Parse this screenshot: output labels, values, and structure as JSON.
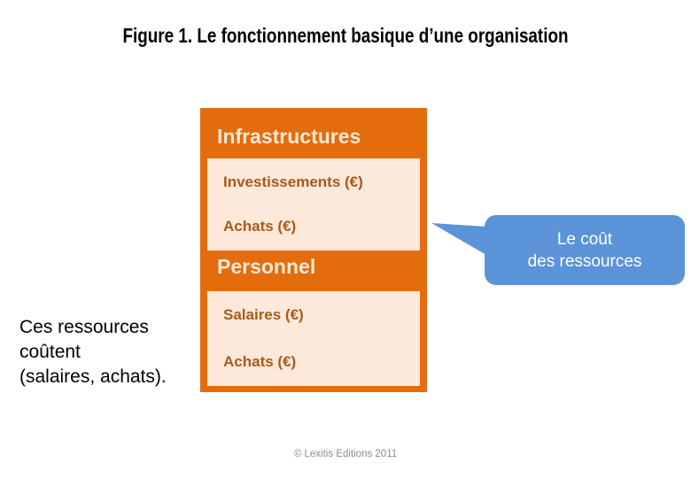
{
  "title": "Figure 1. Le fonctionnement basique d’une organisation",
  "diagram": {
    "resource_box": {
      "sections": [
        {
          "heading": "Infrastructures",
          "items": [
            "Investissements (€)",
            "Achats (€)"
          ]
        },
        {
          "heading": "Personnel",
          "items": [
            "Salaires (€)",
            "Achats (€)"
          ]
        }
      ]
    },
    "side_note": {
      "lines": [
        "Ces ressources",
        "coûtent",
        "(salaires, achats)."
      ]
    },
    "callout": {
      "lines": [
        "Le coût",
        "des ressources"
      ]
    }
  },
  "footer": {
    "copyright": "© Lexitis Editions 2011"
  },
  "colors": {
    "box_orange": "#E36C0D",
    "box_peach": "#FCE9DB",
    "heading_cream": "#FBE9D7",
    "item_brown": "#A9591B",
    "callout_blue": "#5B93D8",
    "callout_text": "#FFFFFF",
    "title_black": "#000000",
    "copyright_gray": "#8C8C8C"
  }
}
